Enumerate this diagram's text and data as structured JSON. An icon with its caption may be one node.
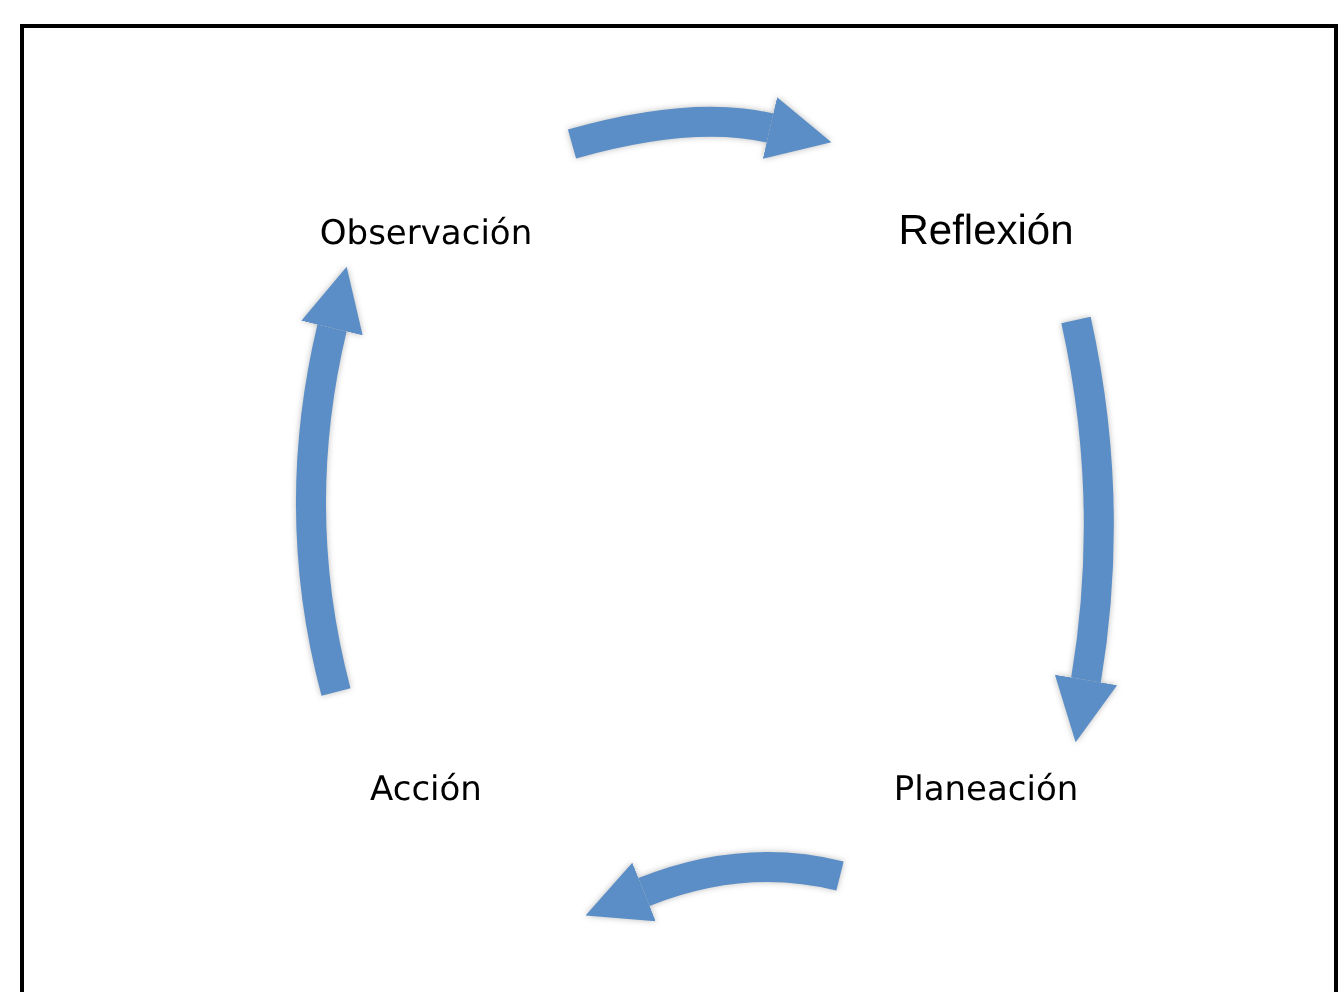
{
  "diagram": {
    "nodes": [
      {
        "text": [
          "Observación"
        ]
      },
      {
        "text": [
          "Reflexión"
        ]
      },
      {
        "text": [
          "Planeación"
        ]
      },
      {
        "text": [
          "Acción"
        ]
      }
    ],
    "edges": [
      {
        "from": 0,
        "to": 1,
        "arrow": "to"
      },
      {
        "from": 1,
        "to": 2,
        "arrow": "to"
      },
      {
        "from": 2,
        "to": 3,
        "arrow": "to"
      },
      {
        "from": 3,
        "to": 0,
        "arrow": "to"
      }
    ]
  }
}
